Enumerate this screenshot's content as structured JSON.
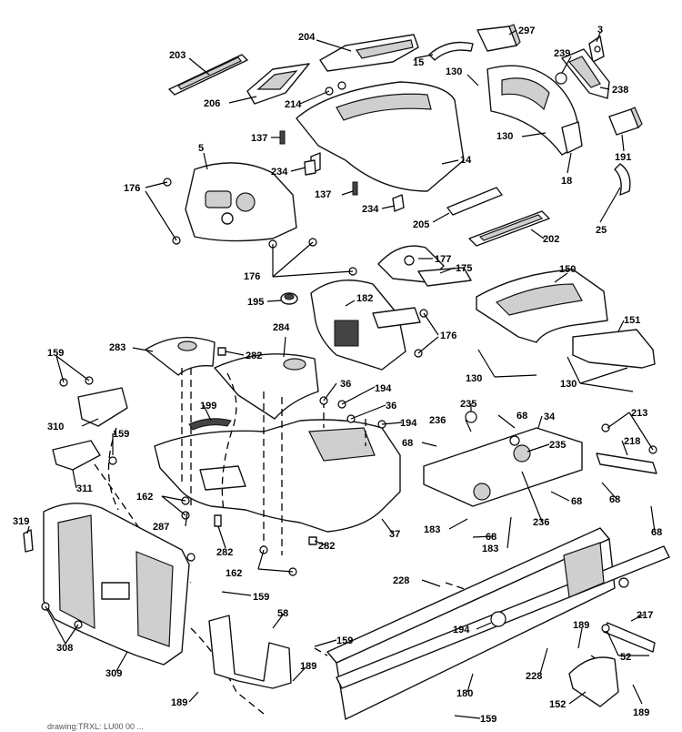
{
  "diagram": {
    "parts": [
      "203",
      "204",
      "297",
      "3",
      "15",
      "130",
      "239",
      "206",
      "214",
      "238",
      "137",
      "5",
      "176",
      "14",
      "191",
      "18",
      "234",
      "205",
      "202",
      "25",
      "177",
      "175",
      "150",
      "195",
      "182",
      "151",
      "284",
      "283",
      "282",
      "159",
      "36",
      "194",
      "199",
      "235",
      "236",
      "68",
      "34",
      "213",
      "218",
      "310",
      "311",
      "162",
      "287",
      "37",
      "183",
      "319",
      "228",
      "308",
      "309",
      "58",
      "189",
      "52",
      "217",
      "180",
      "152",
      "194"
    ],
    "labels": [
      {
        "id": "l1",
        "text": "203"
      },
      {
        "id": "l2",
        "text": "204"
      },
      {
        "id": "l3",
        "text": "297"
      },
      {
        "id": "l4",
        "text": "3"
      },
      {
        "id": "l5",
        "text": "15"
      },
      {
        "id": "l6",
        "text": "130"
      },
      {
        "id": "l7",
        "text": "239"
      },
      {
        "id": "l8",
        "text": "206"
      },
      {
        "id": "l9",
        "text": "214"
      },
      {
        "id": "l10",
        "text": "238"
      },
      {
        "id": "l11",
        "text": "130"
      },
      {
        "id": "l12",
        "text": "137"
      },
      {
        "id": "l13",
        "text": "5"
      },
      {
        "id": "l14",
        "text": "176"
      },
      {
        "id": "l15",
        "text": "234"
      },
      {
        "id": "l16",
        "text": "14"
      },
      {
        "id": "l17",
        "text": "191"
      },
      {
        "id": "l18",
        "text": "18"
      },
      {
        "id": "l19",
        "text": "137"
      },
      {
        "id": "l20",
        "text": "234"
      },
      {
        "id": "l21",
        "text": "205"
      },
      {
        "id": "l22",
        "text": "202"
      },
      {
        "id": "l23",
        "text": "25"
      },
      {
        "id": "l24",
        "text": "177"
      },
      {
        "id": "l25",
        "text": "175"
      },
      {
        "id": "l26",
        "text": "150"
      },
      {
        "id": "l27",
        "text": "176"
      },
      {
        "id": "l28",
        "text": "195"
      },
      {
        "id": "l29",
        "text": "182"
      },
      {
        "id": "l30",
        "text": "176"
      },
      {
        "id": "l31",
        "text": "151"
      },
      {
        "id": "l32",
        "text": "284"
      },
      {
        "id": "l33",
        "text": "283"
      },
      {
        "id": "l34",
        "text": "282"
      },
      {
        "id": "l35",
        "text": "159"
      },
      {
        "id": "l36",
        "text": "130"
      },
      {
        "id": "l37",
        "text": "130"
      },
      {
        "id": "l38",
        "text": "36"
      },
      {
        "id": "l39",
        "text": "194"
      },
      {
        "id": "l40",
        "text": "199"
      },
      {
        "id": "l41",
        "text": "36"
      },
      {
        "id": "l42",
        "text": "235"
      },
      {
        "id": "l43",
        "text": "310"
      },
      {
        "id": "l44",
        "text": "236"
      },
      {
        "id": "l45",
        "text": "68"
      },
      {
        "id": "l46",
        "text": "34"
      },
      {
        "id": "l47",
        "text": "213"
      },
      {
        "id": "l48",
        "text": "194"
      },
      {
        "id": "l49",
        "text": "159"
      },
      {
        "id": "l50",
        "text": "68"
      },
      {
        "id": "l51",
        "text": "235"
      },
      {
        "id": "l52",
        "text": "218"
      },
      {
        "id": "l53",
        "text": "311"
      },
      {
        "id": "l54",
        "text": "162"
      },
      {
        "id": "l55",
        "text": "68"
      },
      {
        "id": "l56",
        "text": "68"
      },
      {
        "id": "l57",
        "text": "287"
      },
      {
        "id": "l58",
        "text": "236"
      },
      {
        "id": "l59",
        "text": "37"
      },
      {
        "id": "l60",
        "text": "183"
      },
      {
        "id": "l61",
        "text": "68"
      },
      {
        "id": "l62",
        "text": "319"
      },
      {
        "id": "l63",
        "text": "282"
      },
      {
        "id": "l64",
        "text": "282"
      },
      {
        "id": "l65",
        "text": "183"
      },
      {
        "id": "l66",
        "text": "68"
      },
      {
        "id": "l67",
        "text": "162"
      },
      {
        "id": "l68",
        "text": "228"
      },
      {
        "id": "l69",
        "text": "159"
      },
      {
        "id": "l70",
        "text": "58"
      },
      {
        "id": "l71",
        "text": "217"
      },
      {
        "id": "l72",
        "text": "308"
      },
      {
        "id": "l73",
        "text": "194"
      },
      {
        "id": "l74",
        "text": "189"
      },
      {
        "id": "l75",
        "text": "159"
      },
      {
        "id": "l76",
        "text": "52"
      },
      {
        "id": "l77",
        "text": "309"
      },
      {
        "id": "l78",
        "text": "189"
      },
      {
        "id": "l79",
        "text": "228"
      },
      {
        "id": "l80",
        "text": "180"
      },
      {
        "id": "l81",
        "text": "189"
      },
      {
        "id": "l82",
        "text": "152"
      },
      {
        "id": "l83",
        "text": "159"
      },
      {
        "id": "l84",
        "text": "189"
      }
    ],
    "footer": "drawing:TRXL: LU00 00 ..."
  }
}
